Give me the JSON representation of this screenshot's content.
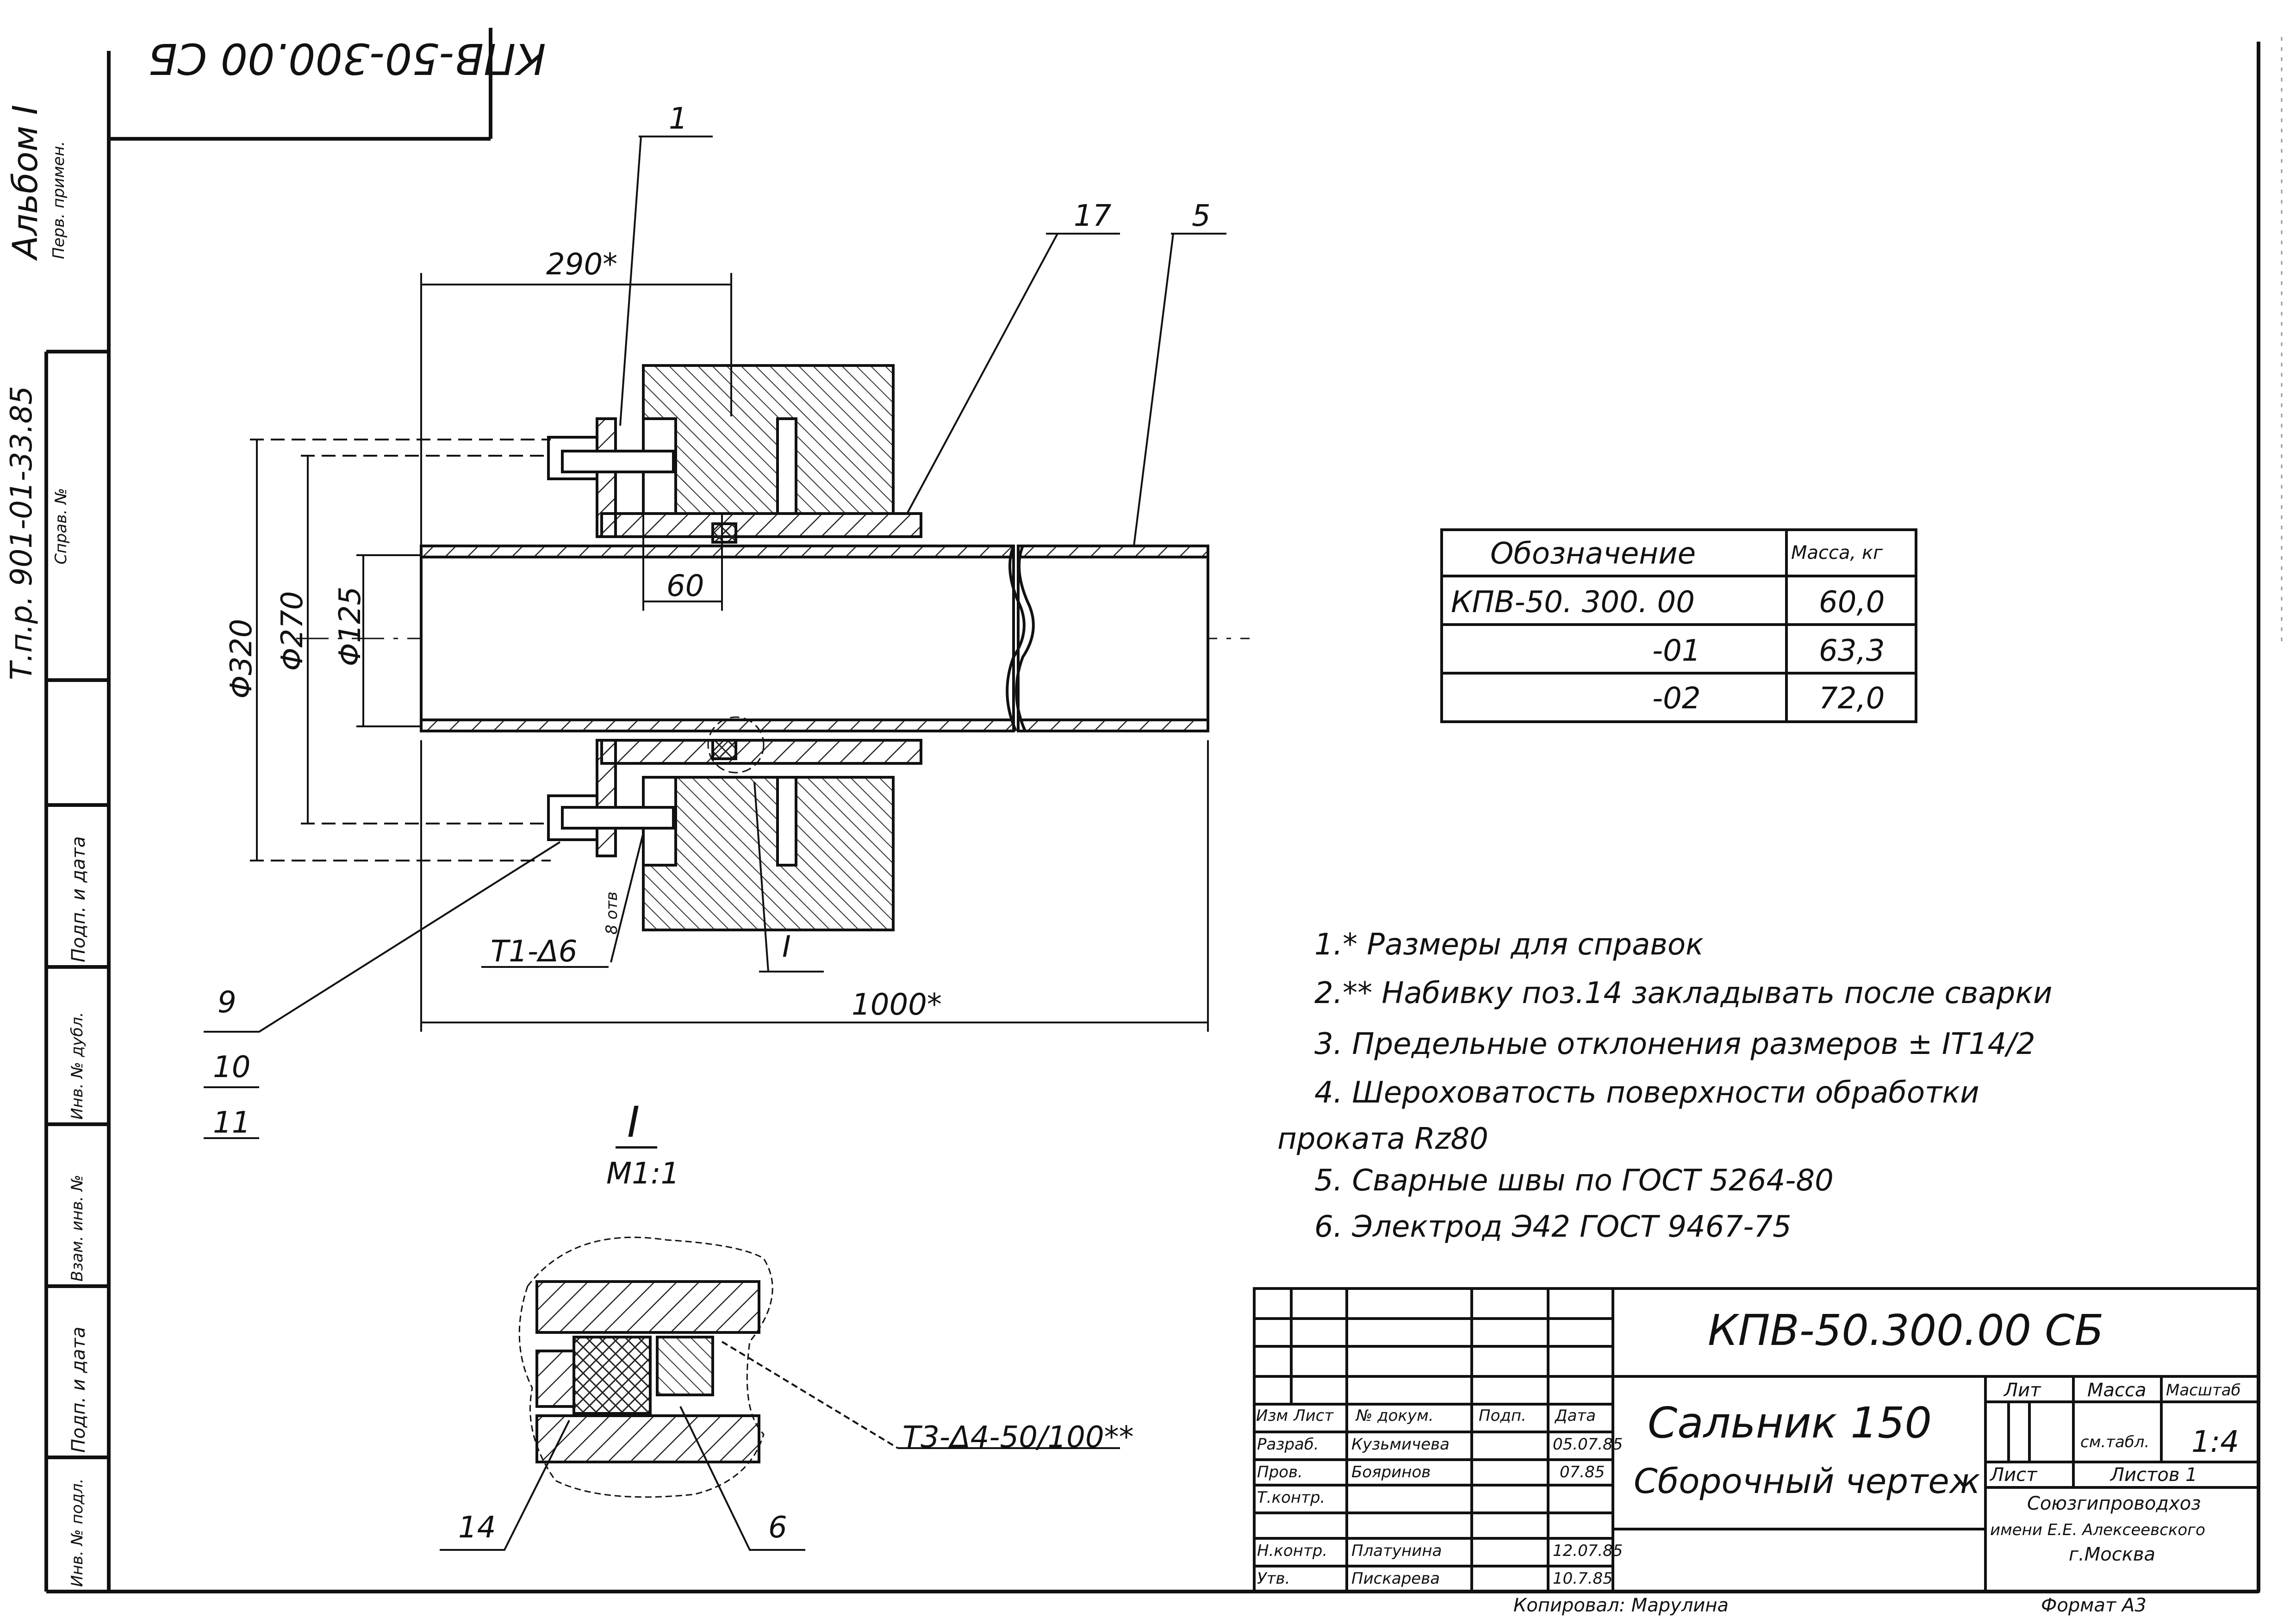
{
  "stamp_code": "КПВ-50-300.00 СБ",
  "side": {
    "album": "Альбом I",
    "first_use": "Перв. примен.",
    "tp": "Т.п.р. 901-01-33.85",
    "ref_no": "Справ. №",
    "sign_date1": "Подп. и дата",
    "inv_dubl": "Инв. № дубл.",
    "vzam_inv": "Взам. инв. №",
    "sign_date2": "Подп. и дата",
    "inv_orig": "Инв. № подл."
  },
  "leaders": {
    "p1": "1",
    "p17": "17",
    "p5": "5",
    "p9": "9",
    "p10": "10",
    "p11": "11",
    "p14": "14",
    "p6": "6",
    "detail_ref": "I"
  },
  "dims": {
    "d290": "290*",
    "d60": "60",
    "d320": "Φ320",
    "d270": "Φ270",
    "d125": "Φ125",
    "d1000": "1000*",
    "weld1": "Т1-Δ6",
    "hole": "8 отв",
    "weld3": "Т3-Δ4-50/100**"
  },
  "detail": {
    "title": "I",
    "scale": "М1:1"
  },
  "mass_table": {
    "headers": [
      "Обозначение",
      "Масса, кг"
    ],
    "rows": [
      [
        "КПВ-50. 300. 00",
        "60,0"
      ],
      [
        "-01",
        "63,3"
      ],
      [
        "-02",
        "72,0"
      ]
    ]
  },
  "notes": [
    "1.* Размеры для справок",
    "2.** Набивку поз.14 закладывать после сварки",
    "3. Предельные отклонения размеров ± IT14/2",
    "4. Шероховатость поверхности обработки",
    "проката Rz80",
    "5. Сварные швы по ГОСТ 5264-80",
    "6. Электрод Э42 ГОСТ 9467-75"
  ],
  "titleblock": {
    "code": "КПВ-50.300.00 СБ",
    "name": "Сальник 150",
    "subtitle": "Сборочный чертеж",
    "hdr": {
      "izm": "Изм",
      "list": "Лист",
      "doc": "№ докум.",
      "sign": "Подп.",
      "date": "Дата"
    },
    "rows": [
      {
        "role": "Разраб.",
        "name": "Кузьмичева",
        "date": "05.07.85"
      },
      {
        "role": "Пров.",
        "name": "Бояринов",
        "date": "07.85"
      },
      {
        "role": "Т.контр.",
        "name": "",
        "date": ""
      },
      {
        "role": "",
        "name": "",
        "date": ""
      },
      {
        "role": "Н.контр.",
        "name": "Платунина",
        "date": "12.07.85"
      },
      {
        "role": "Утв.",
        "name": "Пискарева",
        "date": "10.7.85"
      }
    ],
    "lit": "Лит",
    "mass": "Масса",
    "scale_label": "Масштаб",
    "mass_val": "см.табл.",
    "scale_val": "1:4",
    "sheet": "Лист",
    "sheets": "Листов 1",
    "org1": "Союзгипроводхоз",
    "org2": "имени Е.Е. Алексеевского",
    "org3": "г.Москва"
  },
  "copied": "Копировал: Марулина",
  "format": "Формат А3"
}
